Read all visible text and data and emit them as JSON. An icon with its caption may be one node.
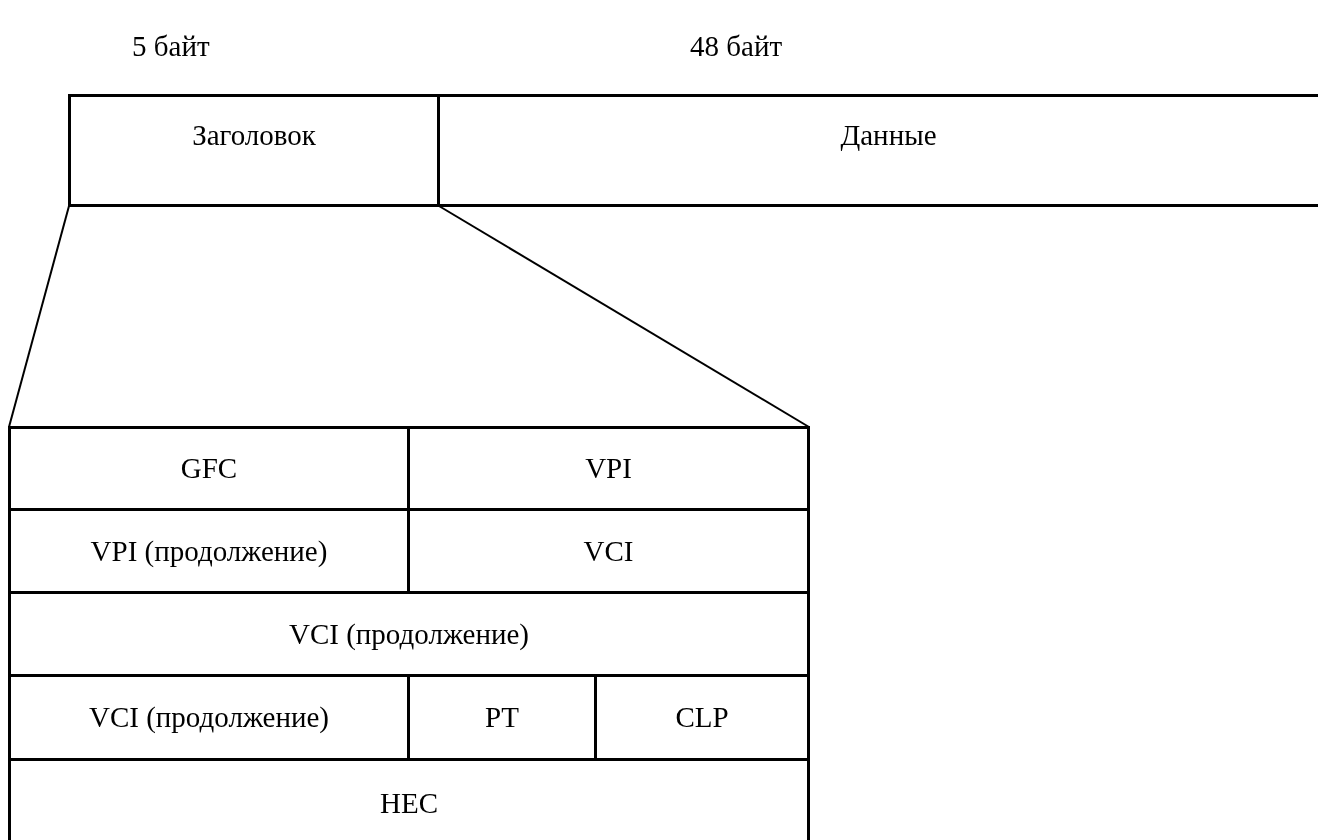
{
  "diagram": {
    "nodes": [
      {
        "text": [
          "Заголовок"
        ]
      },
      {
        "text": [
          "Данные"
        ]
      },
      {
        "text": [],
        "shape": "box"
      },
      {
        "text": [
          "GFC"
        ],
        "in": 2
      },
      {
        "text": [
          "VPI"
        ],
        "in": 2
      },
      {
        "text": [
          "VPI (продолжение)"
        ],
        "in": 2
      },
      {
        "text": [
          "VCI"
        ],
        "in": 2
      },
      {
        "text": [
          "VCI (продолжение)"
        ],
        "in": 2
      },
      {
        "text": [
          "VCI (продолжение)"
        ],
        "in": 2
      },
      {
        "text": [
          "PT"
        ],
        "in": 2
      },
      {
        "text": [
          "CLP"
        ],
        "in": 2
      },
      {
        "text": [
          "HEC"
        ],
        "in": 2
      }
    ],
    "edges": [
      {
        "from": 0,
        "to": 2,
        "arrow": "none"
      },
      {
        "from": 0,
        "to": 2,
        "arrow": "none"
      }
    ],
    "labels": [
      "5 байт",
      "48 байт"
    ]
  }
}
